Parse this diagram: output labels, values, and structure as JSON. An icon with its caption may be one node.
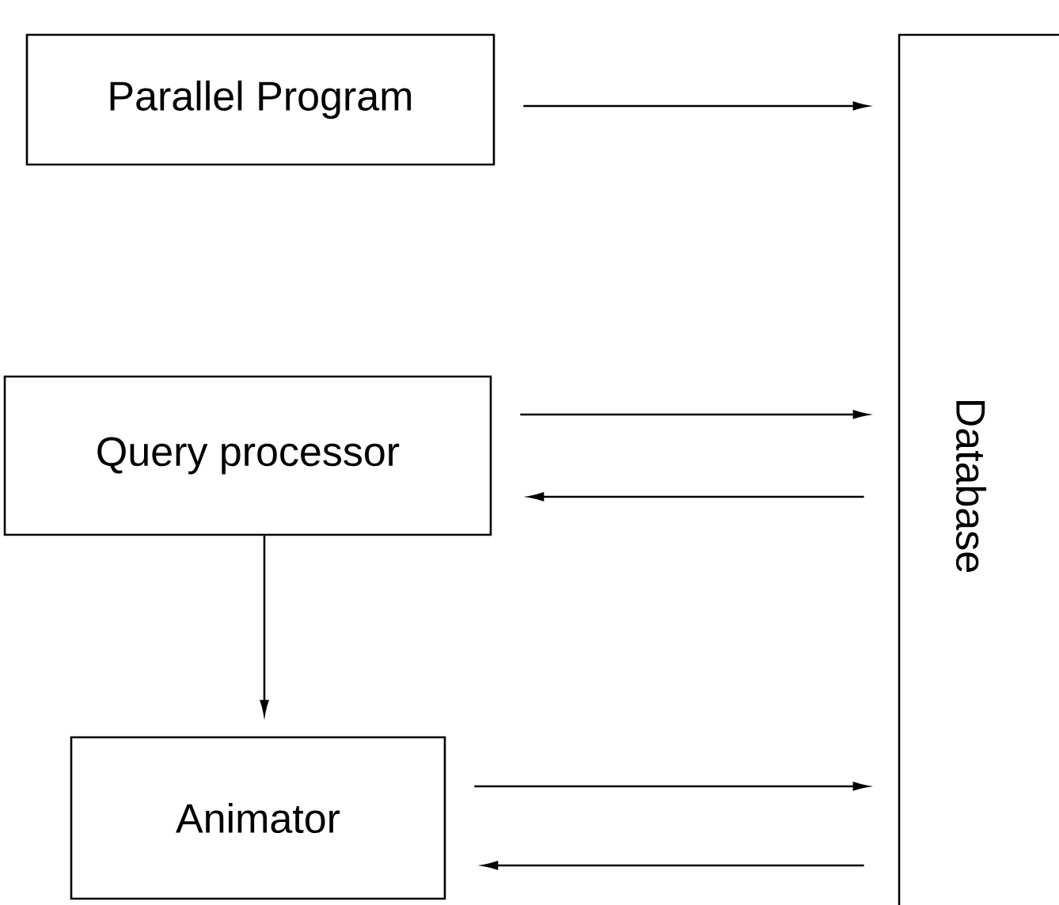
{
  "diagram": {
    "nodes": [
      {
        "text": [
          "Parallel Program"
        ]
      },
      {
        "text": [
          "Query processor"
        ]
      },
      {
        "text": [
          "Animator"
        ]
      },
      {
        "text": [
          "Database"
        ]
      }
    ],
    "edges": [
      {
        "from": 0,
        "to": 3,
        "arrow": "to"
      },
      {
        "from": 1,
        "to": 3,
        "arrow": "to"
      },
      {
        "from": 3,
        "to": 1,
        "arrow": "to"
      },
      {
        "from": 1,
        "to": 2,
        "arrow": "to"
      },
      {
        "from": 2,
        "to": 3,
        "arrow": "to"
      },
      {
        "from": 3,
        "to": 2,
        "arrow": "to"
      }
    ]
  }
}
